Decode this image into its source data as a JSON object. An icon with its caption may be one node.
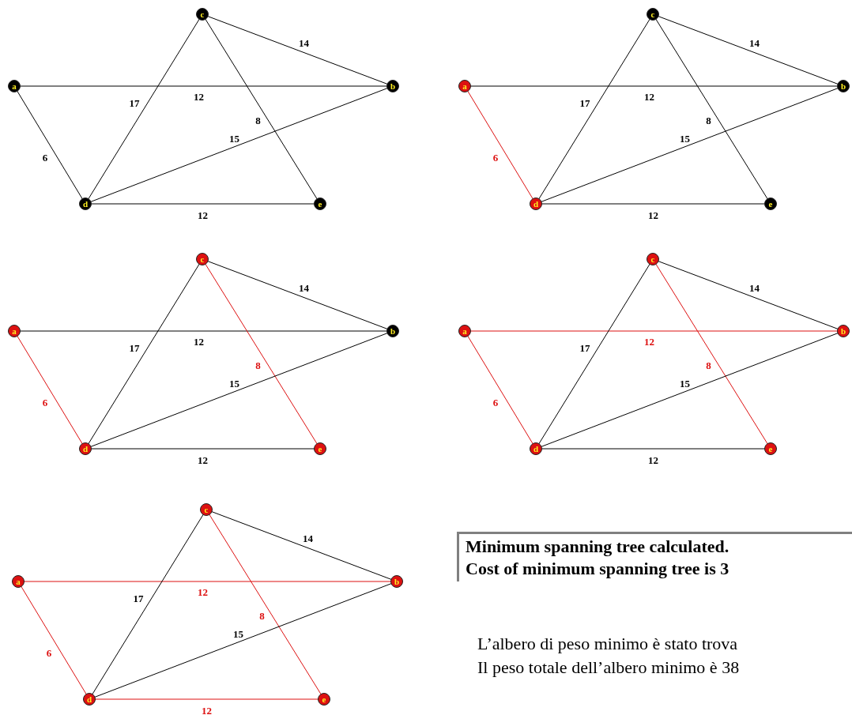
{
  "diagram": {
    "nodes": [
      {
        "text": [
          "c"
        ]
      },
      {
        "text": [
          "a"
        ]
      },
      {
        "text": [
          "b"
        ]
      },
      {
        "text": [
          "d"
        ]
      },
      {
        "text": [
          "e"
        ]
      },
      {
        "text": [
          "c"
        ]
      },
      {
        "text": [
          "a"
        ]
      },
      {
        "text": [
          "b"
        ]
      },
      {
        "text": [
          "d"
        ]
      },
      {
        "text": [
          "e"
        ]
      },
      {
        "text": [
          "c"
        ]
      },
      {
        "text": [
          "a"
        ]
      },
      {
        "text": [
          "b"
        ]
      },
      {
        "text": [
          "d"
        ]
      },
      {
        "text": [
          "e"
        ]
      },
      {
        "text": [
          "c"
        ]
      },
      {
        "text": [
          "a"
        ]
      },
      {
        "text": [
          "b"
        ]
      },
      {
        "text": [
          "d"
        ]
      },
      {
        "text": [
          "e"
        ]
      },
      {
        "text": [
          "c"
        ]
      },
      {
        "text": [
          "a"
        ]
      },
      {
        "text": [
          "b"
        ]
      },
      {
        "text": [
          "d"
        ]
      },
      {
        "text": [
          "e"
        ]
      },
      {
        "text": [
          "Minimum spanning tree calculated.",
          "Cost of minimum spanning tree is 3"
        ]
      }
    ],
    "edges": [
      {
        "from": 1,
        "to": 2,
        "arrow": "none",
        "label": "12"
      },
      {
        "from": 0,
        "to": 2,
        "arrow": "none",
        "label": "14"
      },
      {
        "from": 0,
        "to": 3,
        "arrow": "none",
        "label": "17"
      },
      {
        "from": 0,
        "to": 4,
        "arrow": "none",
        "label": "8"
      },
      {
        "from": 1,
        "to": 3,
        "arrow": "none",
        "label": "6"
      },
      {
        "from": 3,
        "to": 2,
        "arrow": "none",
        "label": "15"
      },
      {
        "from": 3,
        "to": 4,
        "arrow": "none",
        "label": "12"
      },
      {
        "from": 6,
        "to": 7,
        "arrow": "none",
        "label": "12"
      },
      {
        "from": 5,
        "to": 7,
        "arrow": "none",
        "label": "14"
      },
      {
        "from": 5,
        "to": 8,
        "arrow": "none",
        "label": "17"
      },
      {
        "from": 5,
        "to": 9,
        "arrow": "none",
        "label": "8"
      },
      {
        "from": 6,
        "to": 8,
        "arrow": "none",
        "label": "6",
        "color": "#dd1111"
      },
      {
        "from": 8,
        "to": 7,
        "arrow": "none",
        "label": "15"
      },
      {
        "from": 8,
        "to": 9,
        "arrow": "none",
        "label": "12"
      },
      {
        "from": 11,
        "to": 12,
        "arrow": "none",
        "label": "12"
      },
      {
        "from": 10,
        "to": 12,
        "arrow": "none",
        "label": "14"
      },
      {
        "from": 10,
        "to": 13,
        "arrow": "none",
        "label": "17"
      },
      {
        "from": 10,
        "to": 14,
        "arrow": "none",
        "label": "8",
        "color": "#dd1111"
      },
      {
        "from": 11,
        "to": 13,
        "arrow": "none",
        "label": "6",
        "color": "#dd1111"
      },
      {
        "from": 13,
        "to": 12,
        "arrow": "none",
        "label": "15"
      },
      {
        "from": 13,
        "to": 14,
        "arrow": "none",
        "label": "12"
      },
      {
        "from": 16,
        "to": 17,
        "arrow": "none",
        "label": "12",
        "color": "#dd1111"
      },
      {
        "from": 15,
        "to": 17,
        "arrow": "none",
        "label": "14"
      },
      {
        "from": 15,
        "to": 18,
        "arrow": "none",
        "label": "17"
      },
      {
        "from": 15,
        "to": 19,
        "arrow": "none",
        "label": "8",
        "color": "#dd1111"
      },
      {
        "from": 16,
        "to": 18,
        "arrow": "none",
        "label": "6",
        "color": "#dd1111"
      },
      {
        "from": 18,
        "to": 17,
        "arrow": "none",
        "label": "15"
      },
      {
        "from": 18,
        "to": 19,
        "arrow": "none",
        "label": "12"
      },
      {
        "from": 21,
        "to": 22,
        "arrow": "none",
        "label": "12",
        "color": "#dd1111"
      },
      {
        "from": 20,
        "to": 22,
        "arrow": "none",
        "label": "14"
      },
      {
        "from": 20,
        "to": 23,
        "arrow": "none",
        "label": "17"
      },
      {
        "from": 20,
        "to": 24,
        "arrow": "none",
        "label": "8",
        "color": "#dd1111"
      },
      {
        "from": 21,
        "to": 23,
        "arrow": "none",
        "label": "6",
        "color": "#dd1111"
      },
      {
        "from": 23,
        "to": 22,
        "arrow": "none",
        "label": "15"
      },
      {
        "from": 23,
        "to": 24,
        "arrow": "none",
        "label": "12",
        "color": "#dd1111"
      }
    ],
    "labels": [
      "L’albero di peso minimo è stato trova",
      "Il peso totale dell’albero minimo è 38"
    ]
  }
}
